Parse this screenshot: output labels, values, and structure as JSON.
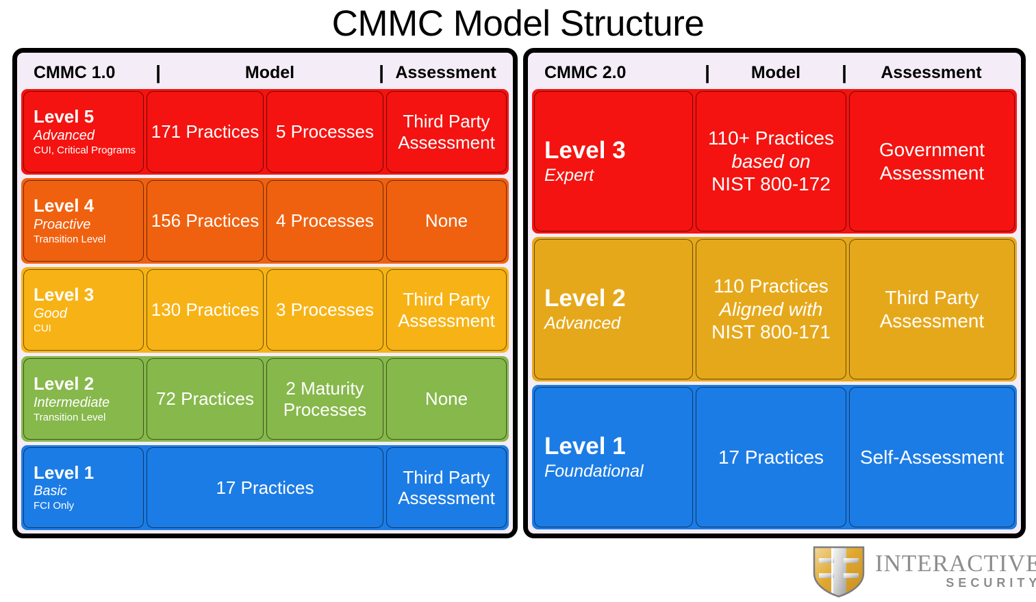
{
  "title": "CMMC Model Structure",
  "panels": [
    {
      "id": "cmmc-1-0",
      "header": {
        "level_label": "CMMC 1.0",
        "divider1": "|",
        "model_label": "Model",
        "divider2": "|",
        "assessment_label": "Assessment"
      },
      "rows": [
        {
          "color": "#f41310",
          "level": "Level 5",
          "descriptor": "Advanced",
          "scope": "CUI, Critical Programs",
          "practices": "171 Practices",
          "processes": "5 Processes",
          "assessment": [
            "Third Party",
            "Assessment"
          ]
        },
        {
          "color": "#f0610f",
          "level": "Level 4",
          "descriptor": "Proactive",
          "scope": "Transition Level",
          "practices": "156 Practices",
          "processes": "4 Processes",
          "assessment": [
            "None"
          ]
        },
        {
          "color": "#f7b315",
          "level": "Level 3",
          "descriptor": "Good",
          "scope": "CUI",
          "practices": "130 Practices",
          "processes": "3 Processes",
          "assessment": [
            "Third Party",
            "Assessment"
          ]
        },
        {
          "color": "#86b84b",
          "level": "Level 2",
          "descriptor": "Intermediate",
          "scope": "Transition Level",
          "practices": "72 Practices",
          "processes": [
            "2 Maturity",
            "Processes"
          ],
          "assessment": [
            "None"
          ]
        },
        {
          "color": "#1c7ce5",
          "level": "Level 1",
          "descriptor": "Basic",
          "scope": "FCI Only",
          "practices_wide": "17 Practices",
          "assessment": [
            "Third Party",
            "Assessment"
          ]
        }
      ]
    },
    {
      "id": "cmmc-2-0",
      "header": {
        "level_label": "CMMC 2.0",
        "divider1": "|",
        "model_label": "Model",
        "divider2": "|",
        "assessment_label": "Assessment"
      },
      "rows": [
        {
          "color": "#f41310",
          "level": "Level 3",
          "descriptor": "Expert",
          "model_lines": [
            "110+ Practices",
            "based on",
            "NIST 800-172"
          ],
          "model_italic_index": 1,
          "assessment": [
            "Government",
            "Assessment"
          ]
        },
        {
          "color": "#e6a81b",
          "level": "Level 2",
          "descriptor": "Advanced",
          "model_lines": [
            "110 Practices",
            "Aligned with",
            "NIST 800-171"
          ],
          "model_italic_index": 1,
          "assessment": [
            "Third Party",
            "Assessment"
          ]
        },
        {
          "color": "#1c7ce5",
          "level": "Level 1",
          "descriptor": "Foundational",
          "model_lines": [
            "17 Practices"
          ],
          "model_italic_index": -1,
          "assessment": [
            "Self-Assessment"
          ]
        }
      ]
    }
  ],
  "logo": {
    "icon": "shield-icon",
    "name": "INTERACTIVE",
    "tagline": "SECURITY",
    "gold": "#e8b23a",
    "silver": "#c9c9c9"
  },
  "colors": {
    "panel_background": "#f4ecf6",
    "panel_border": "#000000",
    "page_background": "#ffffff",
    "text_on_cell": "#ffffff",
    "header_text": "#000000"
  }
}
